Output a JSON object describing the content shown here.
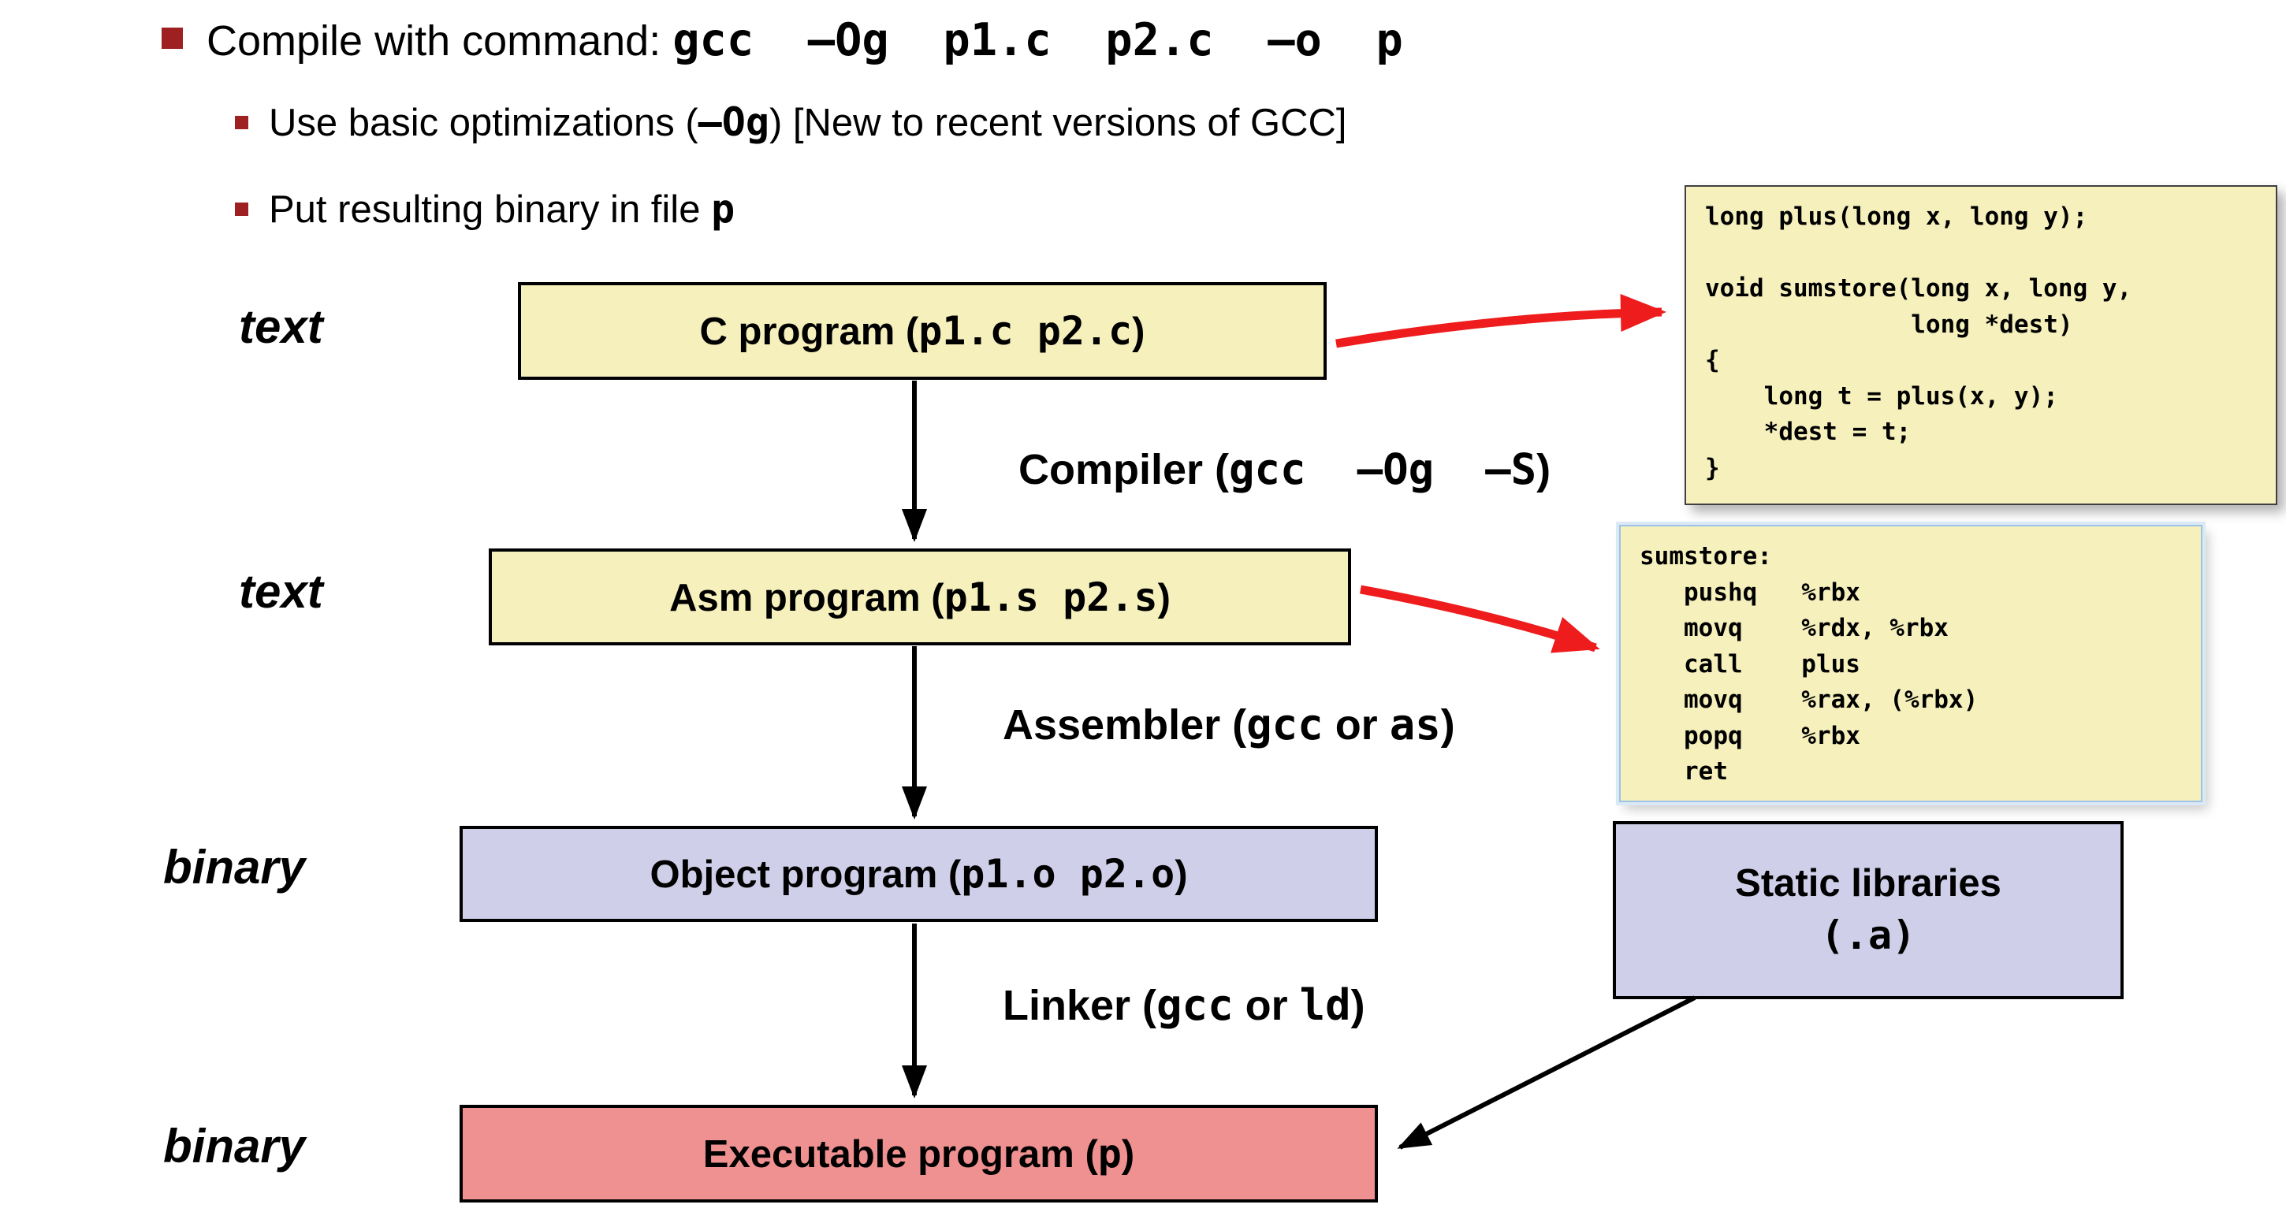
{
  "colors": {
    "box_yellow": "#f5f0bc",
    "box_lavender": "#cfcfe9",
    "box_pink": "#f09191",
    "bullet_maroon": "#9e2021",
    "arrow_red": "#ee1c1c",
    "code_border_blue": "#9dc3e6"
  },
  "bullets": {
    "main": {
      "prefix": "Compile with command: ",
      "command": "gcc  –Og  p1.c  p2.c  –o  p"
    },
    "sub1": {
      "pre": "Use basic optimizations (",
      "code": "–Og",
      "post": ") [New to recent versions of GCC]"
    },
    "sub2": {
      "pre": "Put resulting binary in file ",
      "code": "p"
    }
  },
  "side_labels": {
    "text1": "text",
    "text2": "text",
    "binary1": "binary",
    "binary2": "binary"
  },
  "boxes": {
    "c_program": {
      "pre": "C program (",
      "code": "p1.c p2.c",
      "post": ")"
    },
    "asm_program": {
      "pre": "Asm program (",
      "code": "p1.s p2.s",
      "post": ")"
    },
    "object_program": {
      "pre": "Object program (",
      "code": "p1.o p2.o",
      "post": ")"
    },
    "executable": {
      "pre": "Executable program (",
      "code": "p",
      "post": ")"
    },
    "static_libraries": {
      "line1": "Static libraries",
      "line2": "(.a)"
    }
  },
  "step_labels": {
    "compiler": {
      "pre": "Compiler (",
      "code": "gcc  –Og  –S",
      "post": ")"
    },
    "assembler": {
      "pre": "Assembler (",
      "code1": "gcc",
      "mid": " or ",
      "code2": "as",
      "post": ")"
    },
    "linker": {
      "pre": "Linker (",
      "code1": "gcc",
      "mid": " or ",
      "code2": "ld",
      "post": ")"
    }
  },
  "code_snippets": {
    "c_source": "long plus(long x, long y);\n\nvoid sumstore(long x, long y,\n              long *dest)\n{\n    long t = plus(x, y);\n    *dest = t;\n}",
    "asm_source": "sumstore:\n   pushq   %rbx\n   movq    %rdx, %rbx\n   call    plus\n   movq    %rax, (%rbx)\n   popq    %rbx\n   ret"
  }
}
